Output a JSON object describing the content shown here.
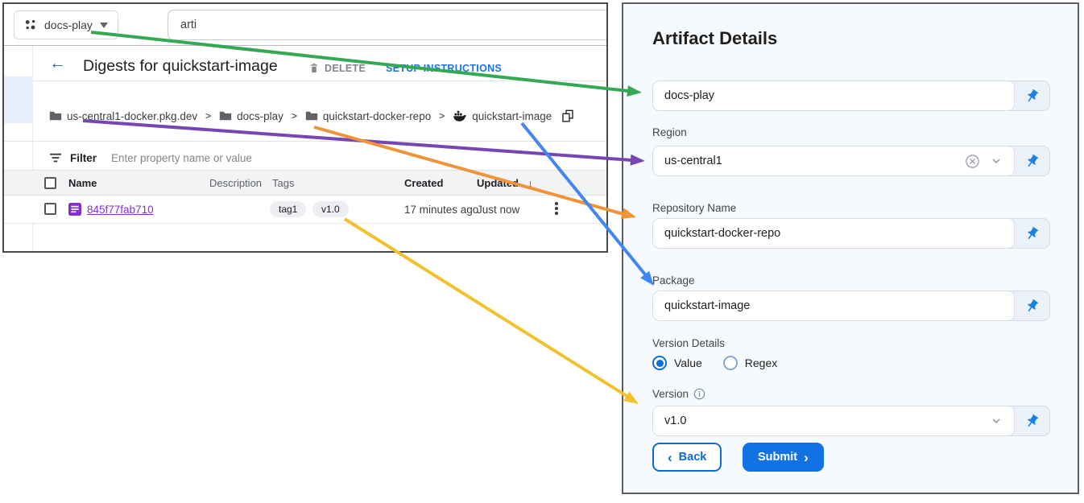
{
  "console": {
    "project_selector": {
      "label": "docs-play",
      "dropdown_icon": "▼"
    },
    "search": {
      "value": "arti"
    },
    "header": {
      "back_icon": "←",
      "title": "Digests for quickstart-image",
      "delete_label": "DELETE",
      "setup_label": "SETUP INSTRUCTIONS"
    },
    "breadcrumb": {
      "separator": ">",
      "items": [
        {
          "label": "us-central1-docker.pkg.dev",
          "icon": "folder-icon"
        },
        {
          "label": "docs-play",
          "icon": "folder-icon"
        },
        {
          "label": "quickstart-docker-repo",
          "icon": "folder-icon"
        },
        {
          "label": "quickstart-image",
          "icon": "container-image-icon"
        }
      ]
    },
    "filter": {
      "label": "Filter",
      "placeholder": "Enter property name or value"
    },
    "table": {
      "headers": {
        "name": "Name",
        "description": "Description",
        "tags": "Tags",
        "created": "Created",
        "updated": "Updated"
      },
      "sort_icon": "↓",
      "row": {
        "name": "845f77fab710",
        "tags": [
          "tag1",
          "v1.0"
        ],
        "created": "17 minutes ago",
        "updated": "Just now",
        "menu_icon": "⋮"
      }
    }
  },
  "panel": {
    "title": "Artifact Details",
    "project_field": {
      "value": "docs-play"
    },
    "region": {
      "label": "Region",
      "value": "us-central1"
    },
    "repository": {
      "label": "Repository Name",
      "value": "quickstart-docker-repo"
    },
    "package": {
      "label": "Package",
      "value": "quickstart-image"
    },
    "version_details": {
      "label": "Version Details",
      "value_option": "Value",
      "regex_option": "Regex",
      "selected": "Value"
    },
    "version": {
      "label": "Version",
      "value": "v1.0"
    },
    "buttons": {
      "back_chevron": "‹",
      "back": "Back",
      "submit": "Submit",
      "submit_chevron": "›"
    }
  },
  "colors": {
    "arrow_green": "#34a853",
    "arrow_purple": "#7646b3",
    "arrow_orange": "#f0943a",
    "arrow_blue": "#4285f4",
    "arrow_yellow": "#f2c12e",
    "accent_blue": "#1a73e8",
    "link_purple": "#8430ce",
    "submit_blue": "#1271e3",
    "panel_background": "#f6fafd"
  }
}
